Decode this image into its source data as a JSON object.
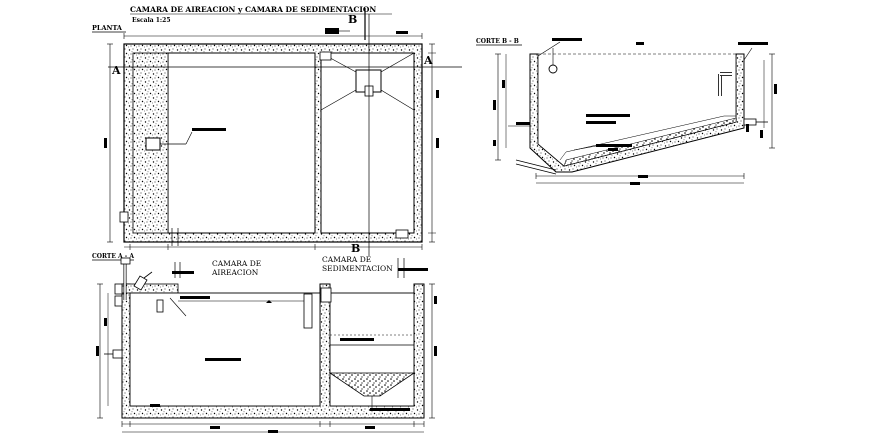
{
  "header": {
    "title": "CAMARA DE AIREACION y CAMARA DE SEDIMENTACION",
    "scale": "Escala 1:25"
  },
  "plan": {
    "title": "PLANTA",
    "cut_a_left": "A",
    "cut_a_right": "A",
    "cut_b_top": "B",
    "cut_b_bottom": "B"
  },
  "section_aa": {
    "title": "CORTE A - A",
    "label_aeration": "CAMARA DE AIREACION",
    "label_sedimentation": "CAMARA DE SEDIMENTACION"
  },
  "section_bb": {
    "title": "CORTE B - B"
  }
}
